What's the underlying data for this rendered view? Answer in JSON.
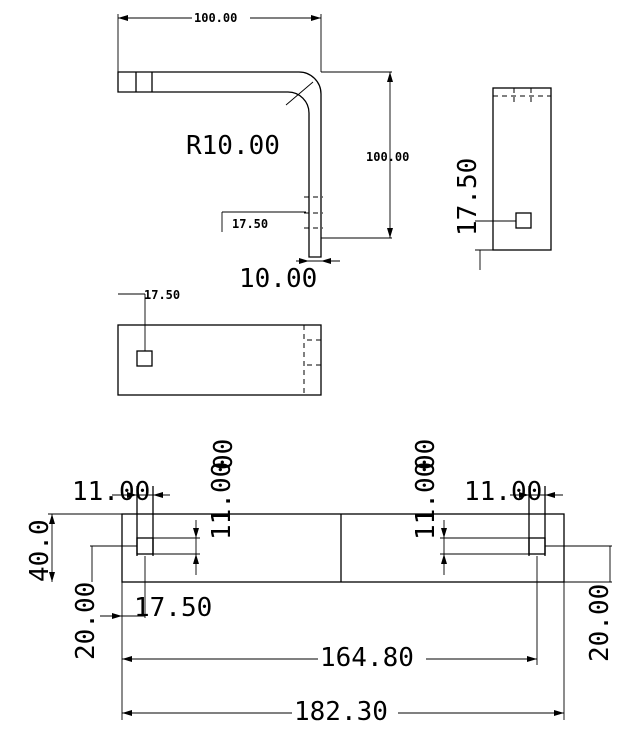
{
  "labels": {
    "top_width": "100.00",
    "top_height": "100.00",
    "radius": "R10.00",
    "slot_offset": "17.50",
    "thickness": "10.00",
    "side_offset": "17.50",
    "left_view_offset": "17.50",
    "left_spacing": "11.00",
    "left_vertical": "11.00",
    "left_top_vertical": "00",
    "right_spacing": "11.00",
    "right_vertical": "11.00",
    "right_top_vertical": "00",
    "height": "40.0",
    "left_hole_offset": "20.00",
    "right_hole_offset": "20.00",
    "bottom_offset": "17.50",
    "hole_span": "164.80",
    "total_length": "182.30"
  }
}
